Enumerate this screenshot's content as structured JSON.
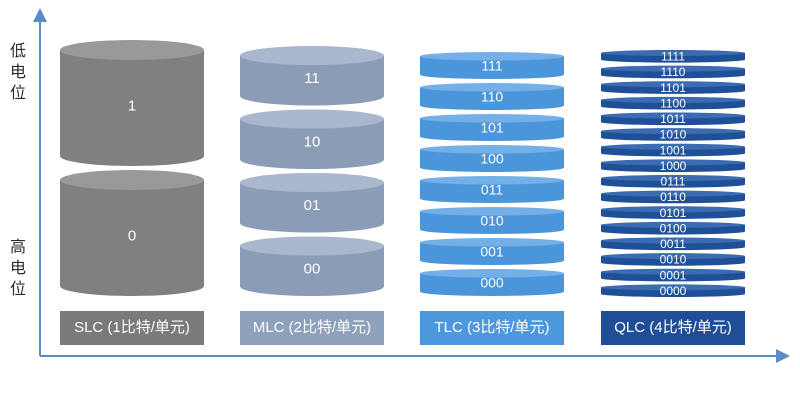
{
  "axis": {
    "color": "#5b8cc4",
    "y_top_label": [
      "低",
      "电",
      "位"
    ],
    "y_bottom_label": [
      "高",
      "电",
      "位"
    ]
  },
  "stacks": [
    {
      "id": "slc",
      "caption": "SLC (1比特/单元)",
      "caption_bg": "#7a7a7a",
      "body": "#808080",
      "top": "#999999",
      "text": "#ffffff",
      "levels": [
        "1",
        "0"
      ]
    },
    {
      "id": "mlc",
      "caption": "MLC (2比特/单元)",
      "caption_bg": "#8ea1bb",
      "body": "#8b9db6",
      "top": "#a9b8cc",
      "text": "#ffffff",
      "levels": [
        "11",
        "10",
        "01",
        "00"
      ]
    },
    {
      "id": "tlc",
      "caption": "TLC (3比特/单元)",
      "caption_bg": "#4d97dc",
      "body": "#4b95da",
      "top": "#74b0e7",
      "text": "#ffffff",
      "levels": [
        "111",
        "110",
        "101",
        "100",
        "011",
        "010",
        "001",
        "000"
      ]
    },
    {
      "id": "qlc",
      "caption": "QLC (4比特/单元)",
      "caption_bg": "#1f4e96",
      "body": "#1f4f96",
      "top": "#3b6bb0",
      "text": "#ffffff",
      "levels": [
        "1111",
        "1110",
        "1101",
        "1100",
        "1011",
        "1010",
        "1001",
        "1000",
        "0111",
        "0110",
        "0101",
        "0100",
        "0011",
        "0010",
        "0001",
        "0000"
      ]
    }
  ]
}
